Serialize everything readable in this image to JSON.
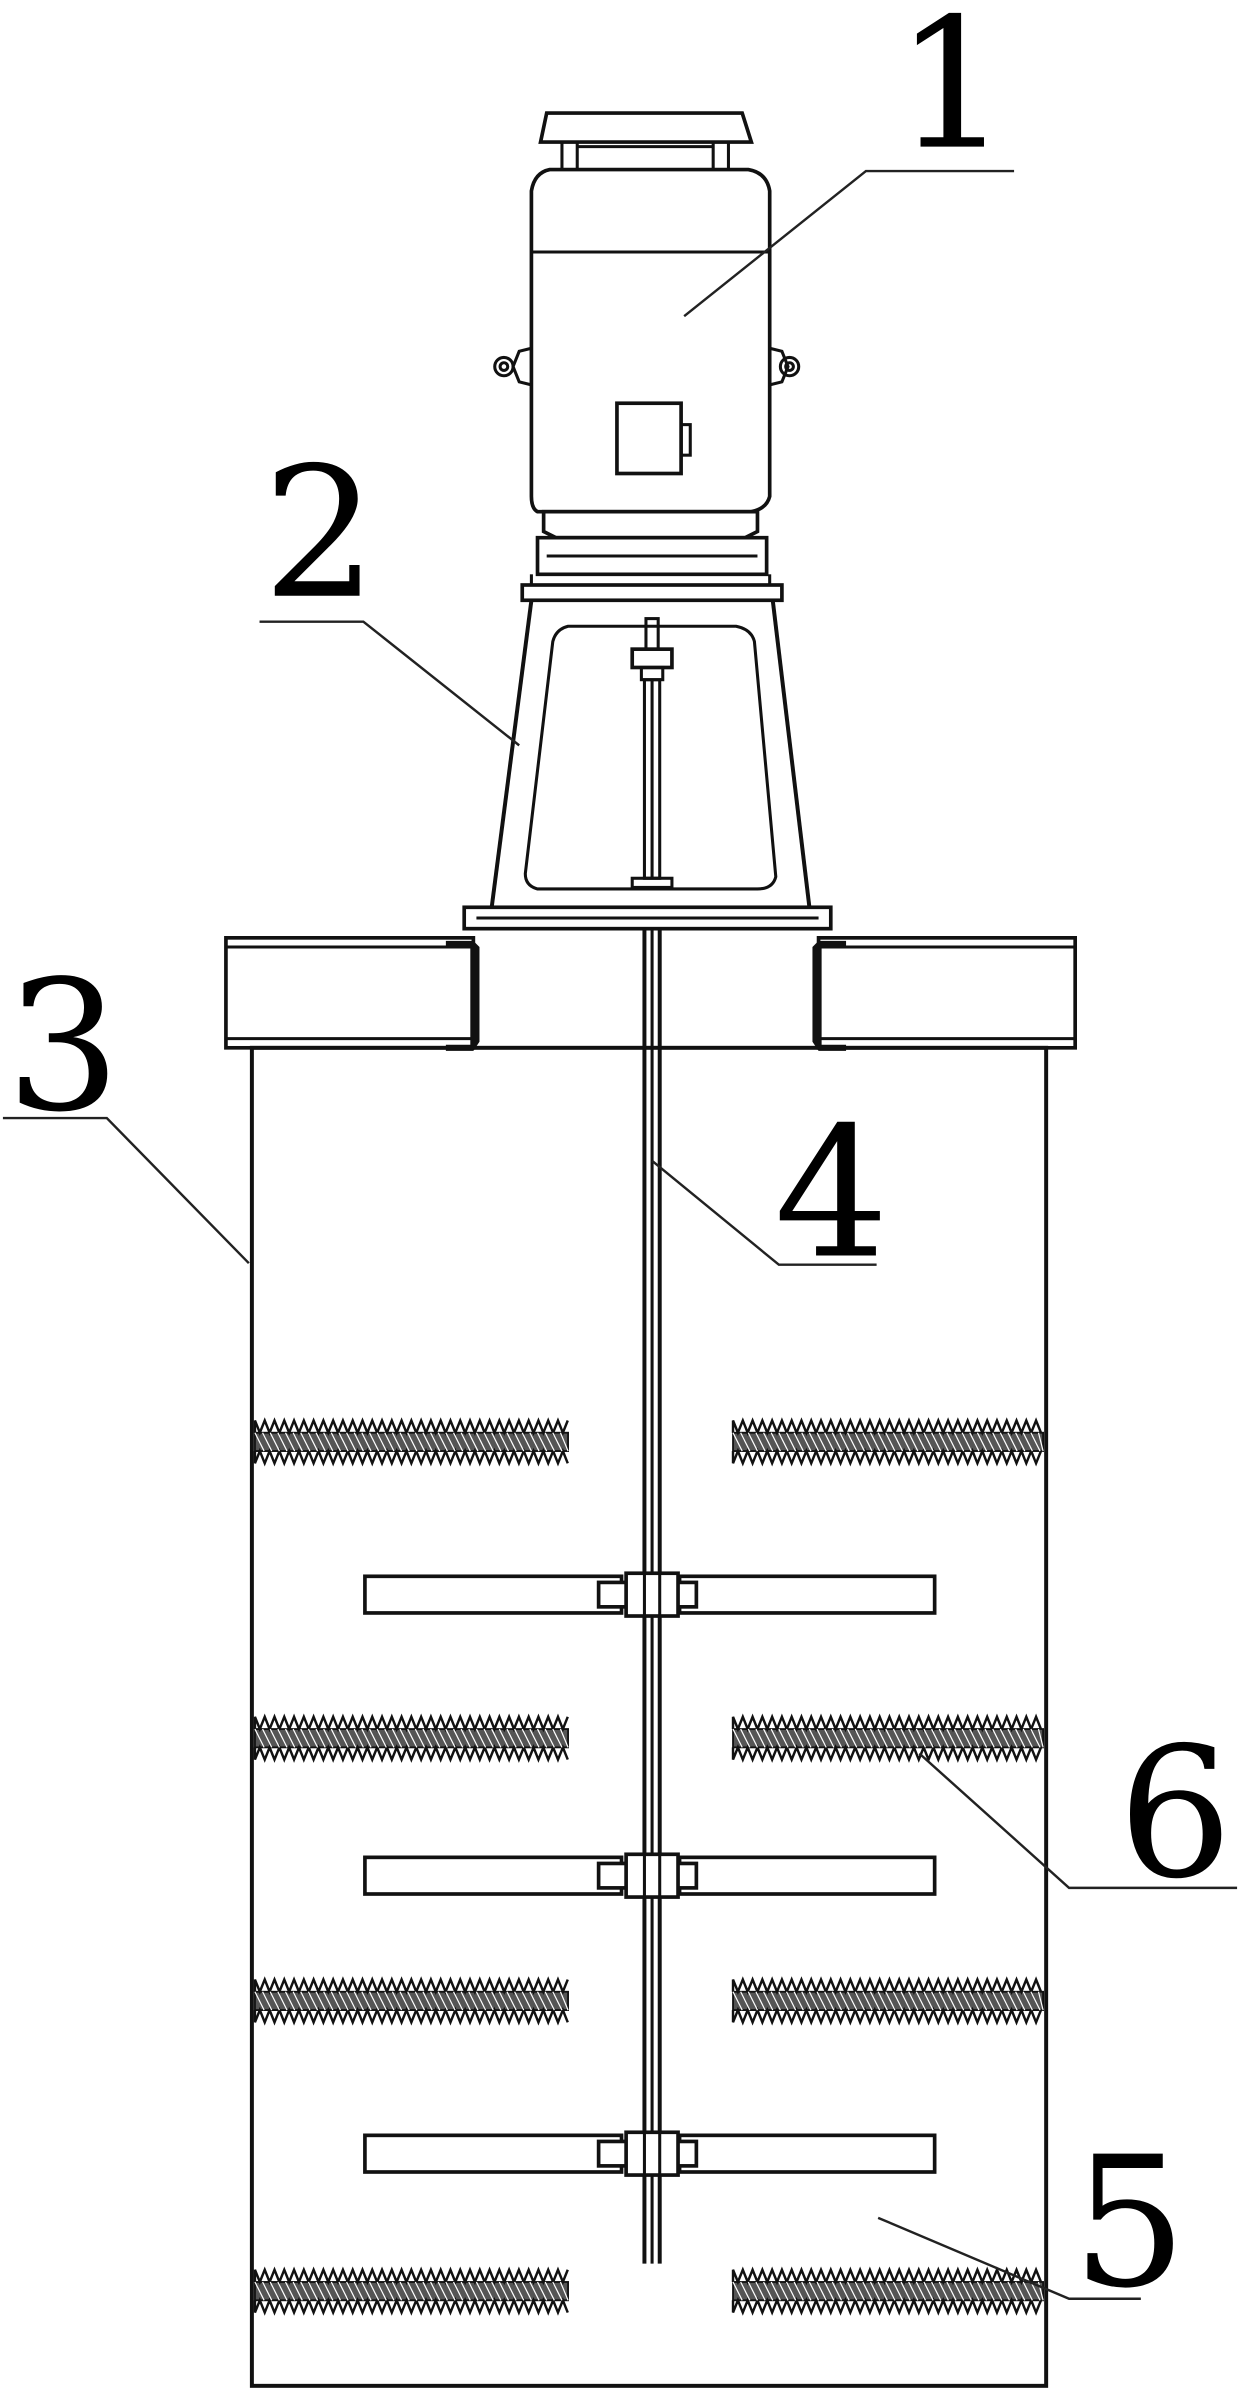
{
  "labels": {
    "motor": "1",
    "frame": "2",
    "tank": "3",
    "shaft": "4",
    "paddle": "5",
    "serrated_ring": "6"
  },
  "colors": {
    "line": "#111111",
    "background": "#ffffff"
  }
}
